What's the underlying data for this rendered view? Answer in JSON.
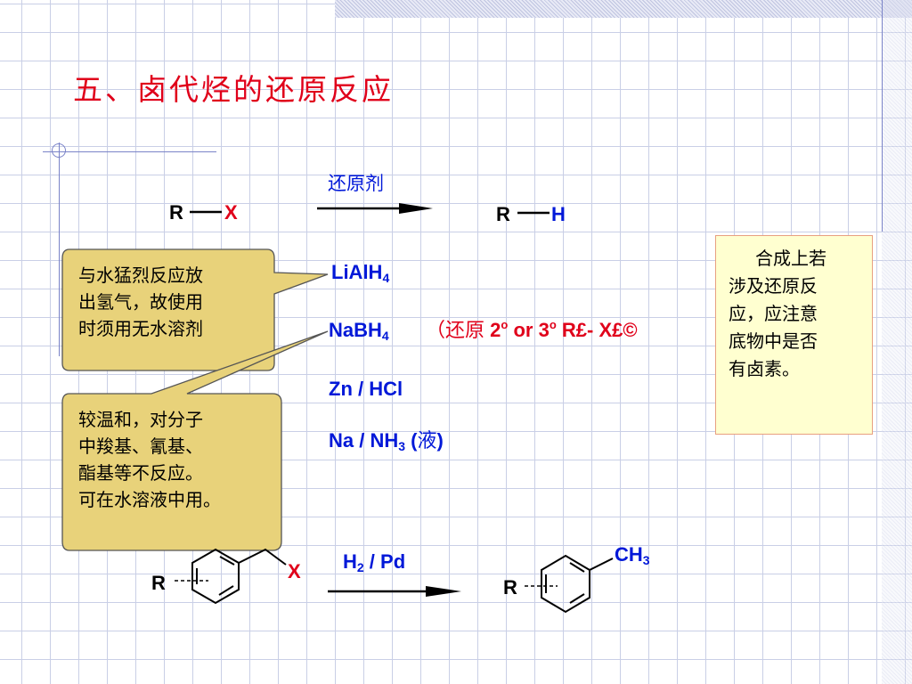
{
  "title": "五、卤代烃的还原反应",
  "reaction1": {
    "reactant_r": "R",
    "reactant_x": "X",
    "reagent_label": "还原剂",
    "product_r": "R",
    "product_h": "H"
  },
  "reagents": {
    "lialh4": {
      "base": "LiAlH",
      "sub": "4"
    },
    "nabh4": {
      "base": "NaBH",
      "sub": "4"
    },
    "nabh4_note": {
      "open": "（还原",
      "deg2": "2",
      "deg2_sup": "o",
      "or": " or 3",
      "deg3_sup": "o",
      "tail": " R£- X£©"
    },
    "zn": "Zn / HCl",
    "na": {
      "pre": "Na / NH",
      "sub": "3",
      "post": " (",
      "liquid": "液",
      "close": ")"
    }
  },
  "callouts": {
    "lialh4_note": [
      "与水猛烈反应放",
      "出氢气，故使用",
      "时须用无水溶剂"
    ],
    "nabh4_note": [
      "较温和，对分子",
      "中羧基、氰基、",
      "酯基等不反应。",
      "可在水溶液中用。"
    ]
  },
  "side_note": [
    "合成上若",
    "涉及还原反",
    "应，应注意",
    "底物中是否",
    "有卤素。"
  ],
  "reaction2": {
    "reactant_r": "R",
    "reactant_x": "X",
    "reagent": {
      "h": "H",
      "sub": "2",
      "tail": " / Pd"
    },
    "product_r": "R",
    "product_ch3": {
      "base": "CH",
      "sub": "3"
    }
  },
  "colors": {
    "title": "#e0001a",
    "blue": "#0018d8",
    "callout_fill": "#e8d27a",
    "note_fill": "#ffffd0"
  }
}
